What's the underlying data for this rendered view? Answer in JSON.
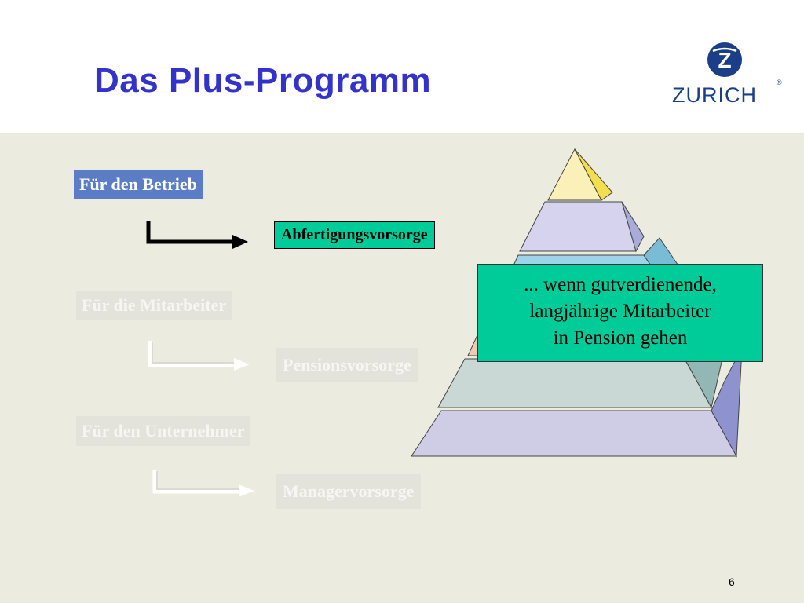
{
  "slide": {
    "title": "Das Plus-Programm",
    "page_number": "6"
  },
  "logo": {
    "word": "ZURICH",
    "registered": "®",
    "letter": "Z"
  },
  "sections": [
    {
      "label": "Für den Betrieb",
      "target": "Abfertigungsvorsorge",
      "state": "active"
    },
    {
      "label": "Für die Mitarbeiter",
      "target": "Pensionsvorsorge",
      "state": "faded"
    },
    {
      "label": "Für den Unternehmer",
      "target": "Managervorsorge",
      "state": "faded"
    }
  ],
  "callout": {
    "lines": [
      "... wenn gutverdienende,",
      "langjährige Mitarbeiter",
      "in Pension gehen"
    ]
  },
  "colors": {
    "title": "#3333cc",
    "active_label": "#5b7dc6",
    "highlight": "#00cc99",
    "background": "#ecebdf"
  }
}
